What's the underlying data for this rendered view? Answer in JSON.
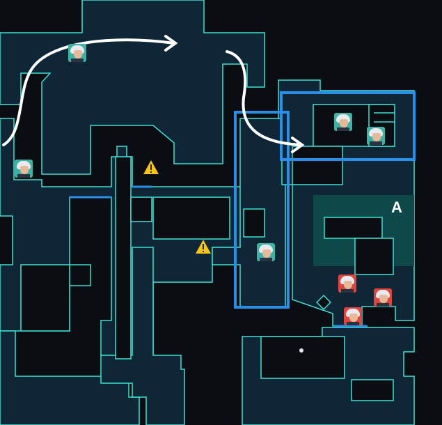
{
  "map": {
    "site_label": "A",
    "colors": {
      "background": "#0a0e13",
      "floor": "#0f2637",
      "outline": "#3de0d2",
      "site_zone": "#0f4848",
      "highlight_box": "#2a8fe8",
      "ally": "#3fb3a3",
      "enemy": "#e0443f",
      "route_arrow": "#ffffff",
      "warning": "#f5c518"
    },
    "icons": {
      "warning": "warning-triangle-icon",
      "agent": "agent-portrait-icon",
      "spike": "spike-dot-icon"
    },
    "agents": {
      "allies": 5,
      "enemies": 3
    },
    "hazards": 2
  }
}
